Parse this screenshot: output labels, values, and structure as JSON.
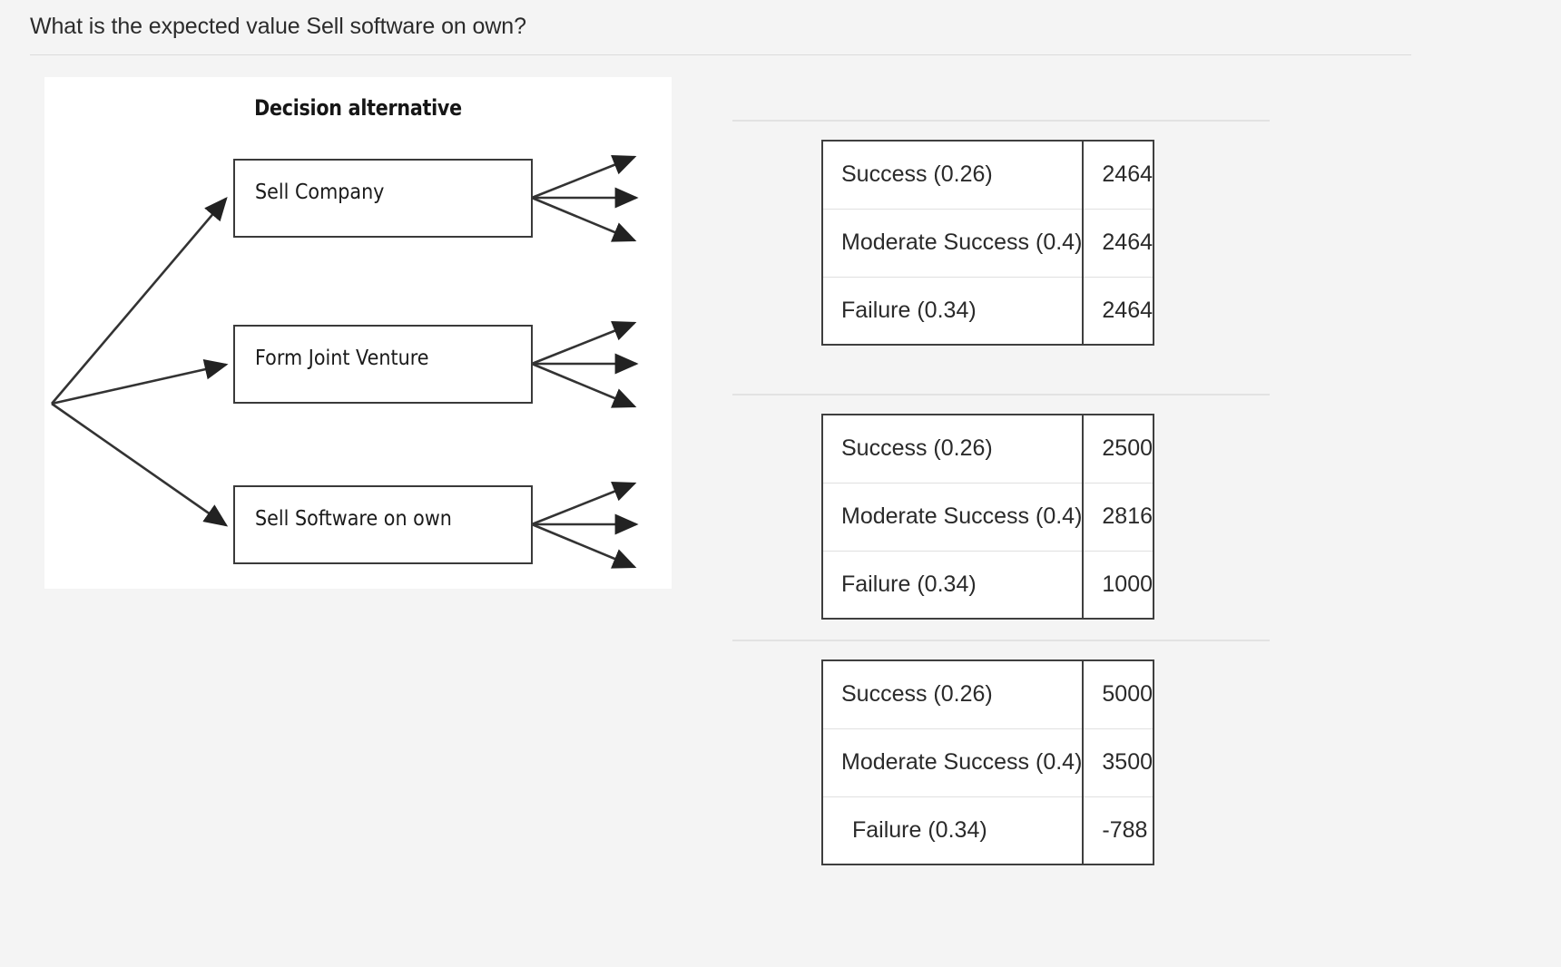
{
  "question": {
    "text": "What is the expected value Sell software on own?"
  },
  "diagram": {
    "title": "Decision alternative",
    "nodes": [
      {
        "label": "Sell Company"
      },
      {
        "label": "Form Joint Venture"
      },
      {
        "label": "Sell Software on own"
      }
    ],
    "branches_per_node": 3
  },
  "tables": [
    {
      "name": "sell-company-payoffs",
      "columns": [
        "outcome",
        "value"
      ],
      "rows": [
        {
          "outcome": "Success (0.26)",
          "value": "2464",
          "indent": false
        },
        {
          "outcome": "Moderate Success (0.4)",
          "value": "2464",
          "indent": false
        },
        {
          "outcome": "Failure (0.34)",
          "value": "2464",
          "indent": false
        }
      ]
    },
    {
      "name": "form-joint-venture-payoffs",
      "columns": [
        "outcome",
        "value"
      ],
      "rows": [
        {
          "outcome": "Success (0.26)",
          "value": "2500",
          "indent": false
        },
        {
          "outcome": "Moderate Success (0.4)",
          "value": "2816",
          "indent": false
        },
        {
          "outcome": "Failure (0.34)",
          "value": "1000",
          "indent": false
        }
      ]
    },
    {
      "name": "sell-software-on-own-payoffs",
      "columns": [
        "outcome",
        "value"
      ],
      "rows": [
        {
          "outcome": "Success (0.26)",
          "value": "5000",
          "indent": false
        },
        {
          "outcome": "Moderate Success (0.4)",
          "value": "3500",
          "indent": false
        },
        {
          "outcome": "Failure (0.34)",
          "value": "-788",
          "indent": true
        }
      ]
    }
  ],
  "chart_data": {
    "type": "table",
    "title": "Decision alternative",
    "categories": [
      "Sell Company",
      "Form Joint Venture",
      "Sell Software on own"
    ],
    "outcome_labels": [
      "Success (0.26)",
      "Moderate Success (0.4)",
      "Failure (0.34)"
    ],
    "probabilities": [
      0.26,
      0.4,
      0.34
    ],
    "series": [
      {
        "name": "Sell Company",
        "values": [
          2464,
          2464,
          2464
        ]
      },
      {
        "name": "Form Joint Venture",
        "values": [
          2500,
          2816,
          1000
        ]
      },
      {
        "name": "Sell Software on own",
        "values": [
          5000,
          3500,
          -788
        ]
      }
    ]
  },
  "colors": {
    "page_background": "#f4f4f4",
    "card_background": "#ffffff",
    "border": "#3f3f3f",
    "rule": "#dcdcdc",
    "text": "#2b2b2b"
  }
}
